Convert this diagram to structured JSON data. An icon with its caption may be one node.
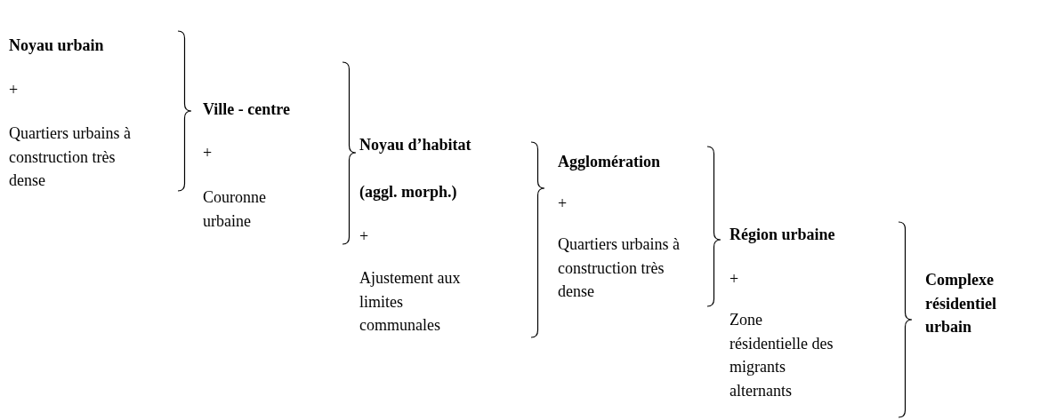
{
  "diagram": {
    "labels": [
      "Noyau urbain",
      "+",
      "Quartiers urbains à construction très dense",
      "Ville - centre",
      "+",
      "Couronne urbaine",
      "Noyau d’habitat",
      "(aggl. morph.)",
      "+",
      "Ajustement aux limites communales",
      "Agglomération",
      "+",
      "Quartiers urbains à construction très dense",
      "Région urbaine",
      "+",
      "Zone résidentielle des migrants alternants",
      "Complexe résidentiel urbain"
    ]
  }
}
